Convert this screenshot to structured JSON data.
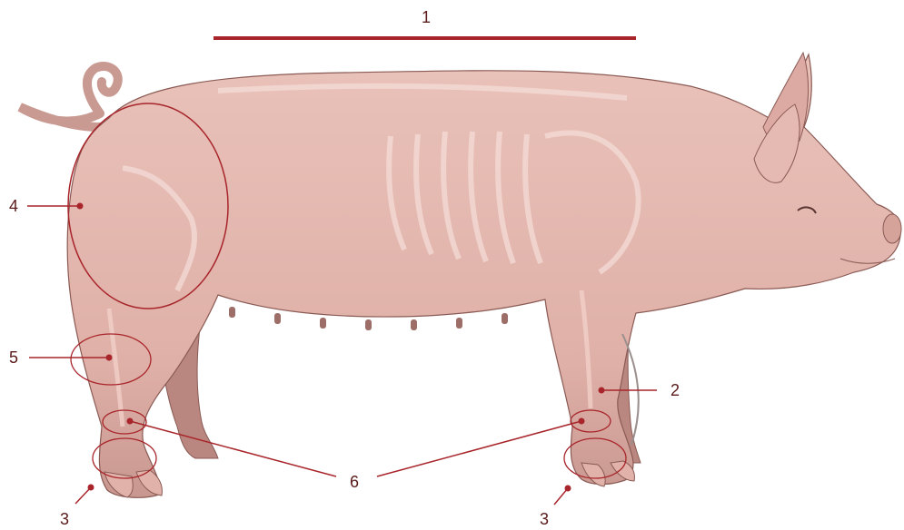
{
  "labels": {
    "l1": "1",
    "l2": "2",
    "l3a": "3",
    "l3b": "3",
    "l4": "4",
    "l5": "5",
    "l6": "6"
  },
  "colors": {
    "accent": "#a8252b",
    "body_fill": "#e2b4ab",
    "body_shade": "#c99a92",
    "outline": "#8a5a54",
    "skeleton": "#f3dad4",
    "label_text": "#5a1a1a"
  }
}
